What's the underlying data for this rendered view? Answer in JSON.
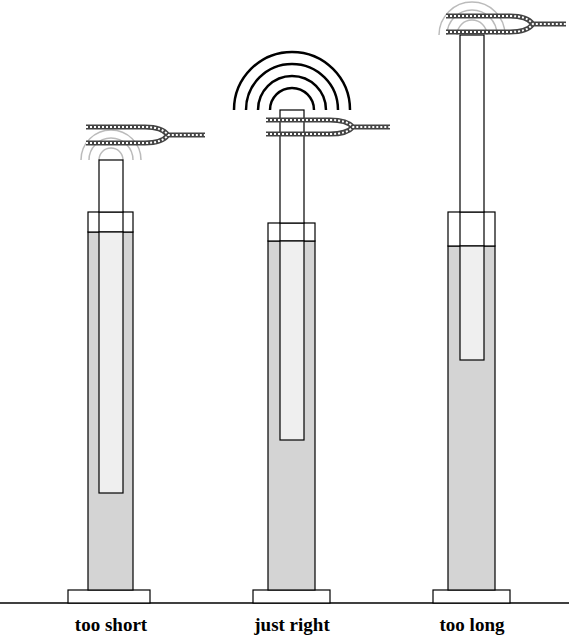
{
  "diagram": {
    "labels": [
      "too short",
      "just right",
      "too long"
    ]
  }
}
